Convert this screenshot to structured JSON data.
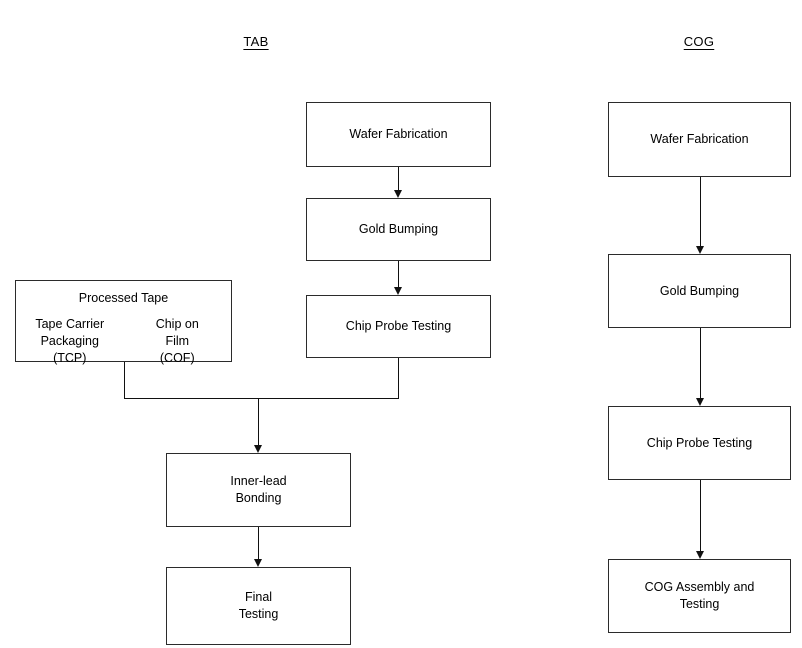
{
  "diagram": {
    "title_left": "TAB",
    "title_right": "COG",
    "columns": [
      {
        "name": "TAB",
        "header": "TAB",
        "nodes": [
          {
            "id": "tab-wafer-fabrication",
            "label": "Wafer Fabrication"
          },
          {
            "id": "tab-gold-bumping",
            "label": "Gold Bumping"
          },
          {
            "id": "tab-chip-probe-testing",
            "label": "Chip Probe Testing"
          },
          {
            "id": "tab-inner-lead-bonding",
            "label_line1": "Inner-lead",
            "label_line2": "Bonding"
          },
          {
            "id": "tab-final-testing",
            "label_line1": "Final",
            "label_line2": "Testing"
          }
        ]
      },
      {
        "name": "COG",
        "header": "COG",
        "nodes": [
          {
            "id": "cog-wafer-fabrication",
            "label": "Wafer Fabrication"
          },
          {
            "id": "cog-gold-bumping",
            "label": "Gold Bumping"
          },
          {
            "id": "cog-chip-probe-testing",
            "label": "Chip Probe Testing"
          },
          {
            "id": "cog-assembly-and-testing",
            "label_line1": "COG Assembly and",
            "label_line2": "Testing"
          }
        ]
      }
    ],
    "processed_tape": {
      "id": "processed-tape",
      "title": "Processed Tape",
      "left": {
        "line1": "Tape Carrier",
        "line2": "Packaging",
        "line3": "(TCP)"
      },
      "right": {
        "line1": "Chip on",
        "line2": "Film",
        "line3": "(COF)"
      }
    },
    "colors": {
      "background": "#ffffff",
      "box_border": "#2b2b2b",
      "connector": "#111111",
      "text": "#000000"
    }
  }
}
